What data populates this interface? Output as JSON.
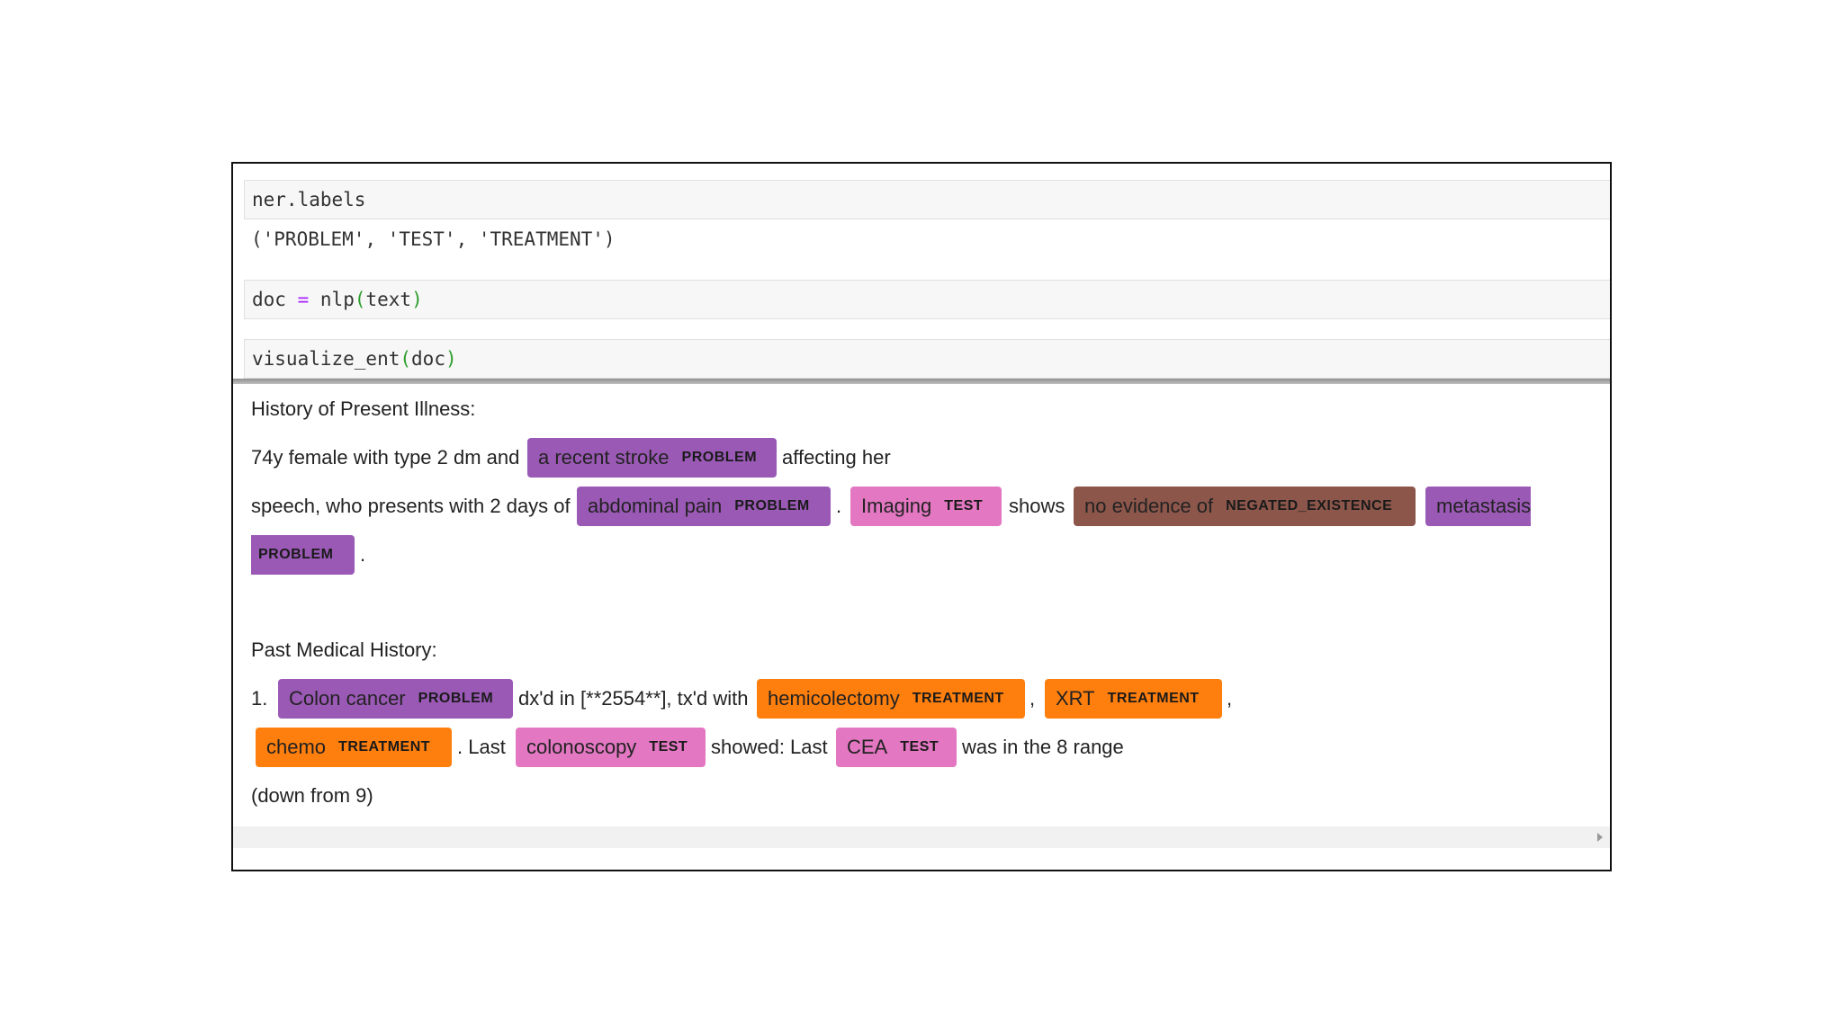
{
  "cells": {
    "labels_input": "ner.labels",
    "labels_output": "('PROBLEM', 'TEST', 'TREATMENT')",
    "doc_var": "doc",
    "doc_op": "=",
    "doc_fn": "nlp",
    "doc_arg": "text",
    "vis_fn": "visualize_ent",
    "vis_arg": "doc",
    "paren_open": "(",
    "paren_close": ")"
  },
  "colors": {
    "PROBLEM": "#9b59b6",
    "TEST": "#e377c2",
    "TREATMENT": "#ff7f0e",
    "NEGATED_EXISTENCE": "#8c564b"
  },
  "output": {
    "heading1": "History of Present Illness:",
    "l1_t1": "74y female with type 2 dm and",
    "l1_e1": {
      "text": "a recent stroke",
      "label": "PROBLEM"
    },
    "l1_t2": "affecting her",
    "l2_t1": "speech, who presents with 2 days of",
    "l2_e1": {
      "text": "abdominal pain",
      "label": "PROBLEM"
    },
    "l2_t2": ".",
    "l2_e2": {
      "text": "Imaging",
      "label": "TEST"
    },
    "l2_t3": "shows",
    "l2_e3": {
      "text": "no evidence of",
      "label": "NEGATED_EXISTENCE"
    },
    "l2_e4": {
      "text": "metastasis",
      "label": "PROBLEM"
    },
    "l3_e1": {
      "label": "PROBLEM"
    },
    "l3_t1": ".",
    "heading2": "Past Medical History:",
    "l4_t1": "1.",
    "l4_e1": {
      "text": "Colon cancer",
      "label": "PROBLEM"
    },
    "l4_t2": "dx'd in [**2554**], tx'd with",
    "l4_e2": {
      "text": "hemicolectomy",
      "label": "TREATMENT"
    },
    "l4_t3": ",",
    "l4_e3": {
      "text": "XRT",
      "label": "TREATMENT"
    },
    "l4_t4": ",",
    "l5_e1": {
      "text": "chemo",
      "label": "TREATMENT"
    },
    "l5_t1": ". Last",
    "l5_e2": {
      "text": "colonoscopy",
      "label": "TEST"
    },
    "l5_t2": "showed: Last",
    "l5_e3": {
      "text": "CEA",
      "label": "TEST"
    },
    "l5_t3": "was in the 8 range",
    "l6_t1": "(down from 9)"
  }
}
